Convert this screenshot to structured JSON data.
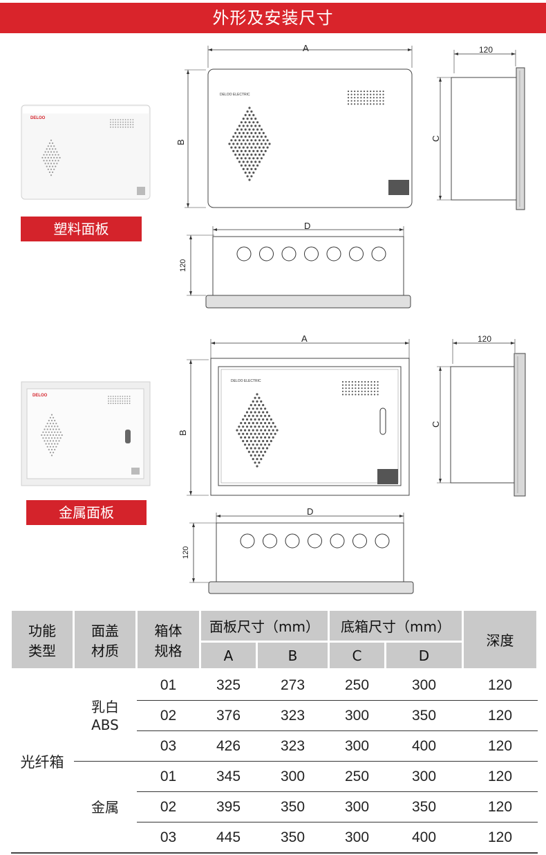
{
  "header": {
    "title": "外形及安装尺寸"
  },
  "panels": [
    {
      "label": "塑料面板",
      "photo_brand": "DELOO",
      "front_dim_a": "A",
      "front_dim_b": "B",
      "front_brand": "DELOO ELECTRIC",
      "side_dim_width": "120",
      "side_dim_c": "C",
      "bottom_dim_d": "D",
      "bottom_dim_height": "120"
    },
    {
      "label": "金属面板",
      "photo_brand": "DELOO",
      "front_dim_a": "A",
      "front_dim_b": "B",
      "front_brand": "DELOO ELECTRIC",
      "side_dim_width": "120",
      "side_dim_c": "C",
      "bottom_dim_d": "D",
      "bottom_dim_height": "120"
    }
  ],
  "table": {
    "headers": {
      "function": [
        "功能",
        "类型"
      ],
      "cover": [
        "面盖",
        "材质"
      ],
      "spec": [
        "箱体",
        "规格"
      ],
      "panel_size": "面板尺寸（mm）",
      "box_size": "底箱尺寸（mm）",
      "depth": "深度",
      "sub": [
        "A",
        "B",
        "C",
        "D"
      ]
    },
    "category": "光纤箱",
    "groups": [
      {
        "material": [
          "乳白",
          "ABS"
        ],
        "rows": [
          {
            "spec": "01",
            "A": "325",
            "B": "273",
            "C": "250",
            "D": "300",
            "depth": "120"
          },
          {
            "spec": "02",
            "A": "376",
            "B": "323",
            "C": "300",
            "D": "350",
            "depth": "120"
          },
          {
            "spec": "03",
            "A": "426",
            "B": "323",
            "C": "300",
            "D": "400",
            "depth": "120"
          }
        ]
      },
      {
        "material": [
          "金属"
        ],
        "rows": [
          {
            "spec": "01",
            "A": "345",
            "B": "300",
            "C": "250",
            "D": "300",
            "depth": "120"
          },
          {
            "spec": "02",
            "A": "395",
            "B": "350",
            "C": "300",
            "D": "350",
            "depth": "120"
          },
          {
            "spec": "03",
            "A": "445",
            "B": "350",
            "C": "300",
            "D": "400",
            "depth": "120"
          }
        ]
      }
    ]
  }
}
